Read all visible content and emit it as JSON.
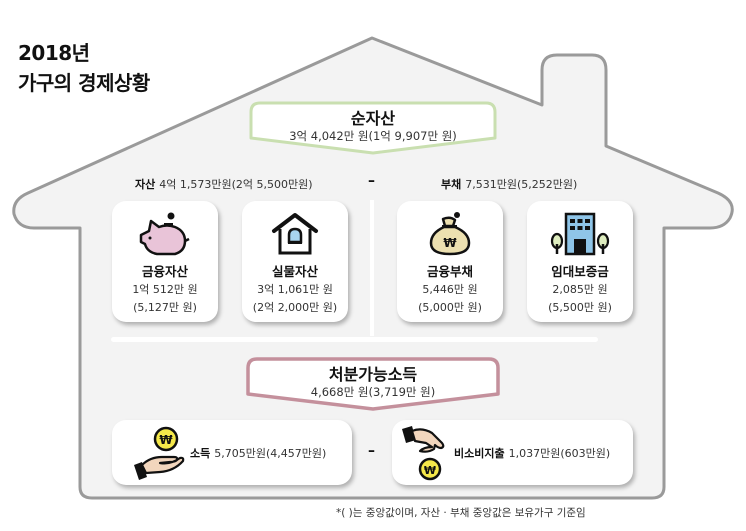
{
  "title": {
    "line1": "2018년",
    "line2": "가구의 경제상황"
  },
  "net_assets": {
    "label": "순자산",
    "value": "3억 4,042만 원(1억 9,907만 원)",
    "border_color": "#c9dfb0"
  },
  "assets_summary": {
    "label": "자산",
    "value": "4억 1,573만원(2억 5,500만원)"
  },
  "operator_minus": "–",
  "liabilities_summary": {
    "label": "부채",
    "value": "7,531만원(5,252만원)"
  },
  "cards": [
    {
      "icon": "piggy-bank-icon",
      "name": "금융자산",
      "value": "1억 512만 원",
      "median": "(5,127만 원)"
    },
    {
      "icon": "house-icon",
      "name": "실물자산",
      "value": "3억 1,061만 원",
      "median": "(2억 2,000만 원)"
    },
    {
      "icon": "money-bag-won-icon",
      "name": "금융부채",
      "value": "5,446만 원",
      "median": "(5,000만 원)"
    },
    {
      "icon": "office-building-icon",
      "name": "임대보증금",
      "value": "2,085만 원",
      "median": "(5,500만 원)"
    }
  ],
  "disposable_income": {
    "label": "처분가능소득",
    "value": "4,668만 원(3,719만 원)",
    "border_color": "#c4909c"
  },
  "income": {
    "icon": "hand-receiving-coin-icon",
    "label": "소득",
    "value": "5,705만원(4,457만원)"
  },
  "non_consumption": {
    "icon": "hand-dropping-coin-icon",
    "label": "비소비지출",
    "value": "1,037만원(603만원)"
  },
  "footnote": "*( )는 중앙값이며, 자산 · 부채 중앙값은 보유가구 기준임",
  "colors": {
    "house_fill": "#f3f3f3",
    "house_stroke": "#9a9a9a",
    "coin_yellow": "#f5e84a",
    "piggy_pink": "#e9c4d8",
    "bag_beige": "#ece0b0",
    "building_blue": "#8fc5e8",
    "tree_green": "#dfeec0",
    "window_blue": "#a8d4ee",
    "skin": "#f2d6bd"
  }
}
